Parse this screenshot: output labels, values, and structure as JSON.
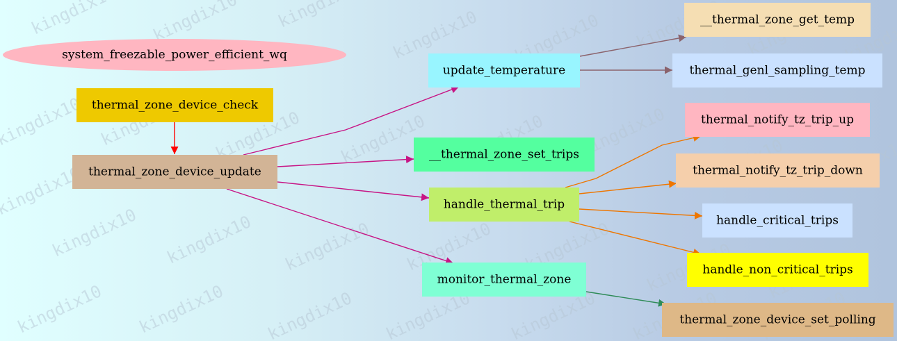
{
  "watermark": "kingdix10",
  "nodes": {
    "system_freezable_power_efficient_wq": {
      "label": "system_freezable_power_efficient_wq",
      "color": "#ffb6c1"
    },
    "thermal_zone_device_check": {
      "label": "thermal_zone_device_check",
      "color": "#eec900"
    },
    "thermal_zone_device_update": {
      "label": "thermal_zone_device_update",
      "color": "#d2b496"
    },
    "update_temperature": {
      "label": "update_temperature",
      "color": "#98f5ff"
    },
    "thermal_zone_set_trips": {
      "label": "__thermal_zone_set_trips",
      "color": "#54ff9f"
    },
    "handle_thermal_trip": {
      "label": "handle_thermal_trip",
      "color": "#c0ee6a"
    },
    "monitor_thermal_zone": {
      "label": "monitor_thermal_zone",
      "color": "#7fffd4"
    },
    "thermal_zone_get_temp": {
      "label": "__thermal_zone_get_temp",
      "color": "#f5deb3"
    },
    "thermal_genl_sampling_temp": {
      "label": "thermal_genl_sampling_temp",
      "color": "#cae1ff"
    },
    "thermal_notify_tz_trip_up": {
      "label": "thermal_notify_tz_trip_up",
      "color": "#ffb6c1"
    },
    "thermal_notify_tz_trip_down": {
      "label": "thermal_notify_tz_trip_down",
      "color": "#f5cfab"
    },
    "handle_critical_trips": {
      "label": "handle_critical_trips",
      "color": "#cae1ff"
    },
    "handle_non_critical_trips": {
      "label": "handle_non_critical_trips",
      "color": "#ffff00"
    },
    "thermal_zone_device_set_polling": {
      "label": "thermal_zone_device_set_polling",
      "color": "#deb887"
    }
  },
  "edges": [
    {
      "from": "thermal_zone_device_check",
      "to": "thermal_zone_device_update",
      "color": "#ff0000"
    },
    {
      "from": "thermal_zone_device_update",
      "to": "update_temperature",
      "color": "#c71585"
    },
    {
      "from": "thermal_zone_device_update",
      "to": "thermal_zone_set_trips",
      "color": "#c71585"
    },
    {
      "from": "thermal_zone_device_update",
      "to": "handle_thermal_trip",
      "color": "#c71585"
    },
    {
      "from": "thermal_zone_device_update",
      "to": "monitor_thermal_zone",
      "color": "#c71585"
    },
    {
      "from": "update_temperature",
      "to": "thermal_zone_get_temp",
      "color": "#8b636c"
    },
    {
      "from": "update_temperature",
      "to": "thermal_genl_sampling_temp",
      "color": "#8b636c"
    },
    {
      "from": "handle_thermal_trip",
      "to": "thermal_notify_tz_trip_up",
      "color": "#ee7600"
    },
    {
      "from": "handle_thermal_trip",
      "to": "thermal_notify_tz_trip_down",
      "color": "#ee7600"
    },
    {
      "from": "handle_thermal_trip",
      "to": "handle_critical_trips",
      "color": "#ee7600"
    },
    {
      "from": "handle_thermal_trip",
      "to": "handle_non_critical_trips",
      "color": "#ee7600"
    },
    {
      "from": "monitor_thermal_zone",
      "to": "thermal_zone_device_set_polling",
      "color": "#2e8b57"
    }
  ]
}
